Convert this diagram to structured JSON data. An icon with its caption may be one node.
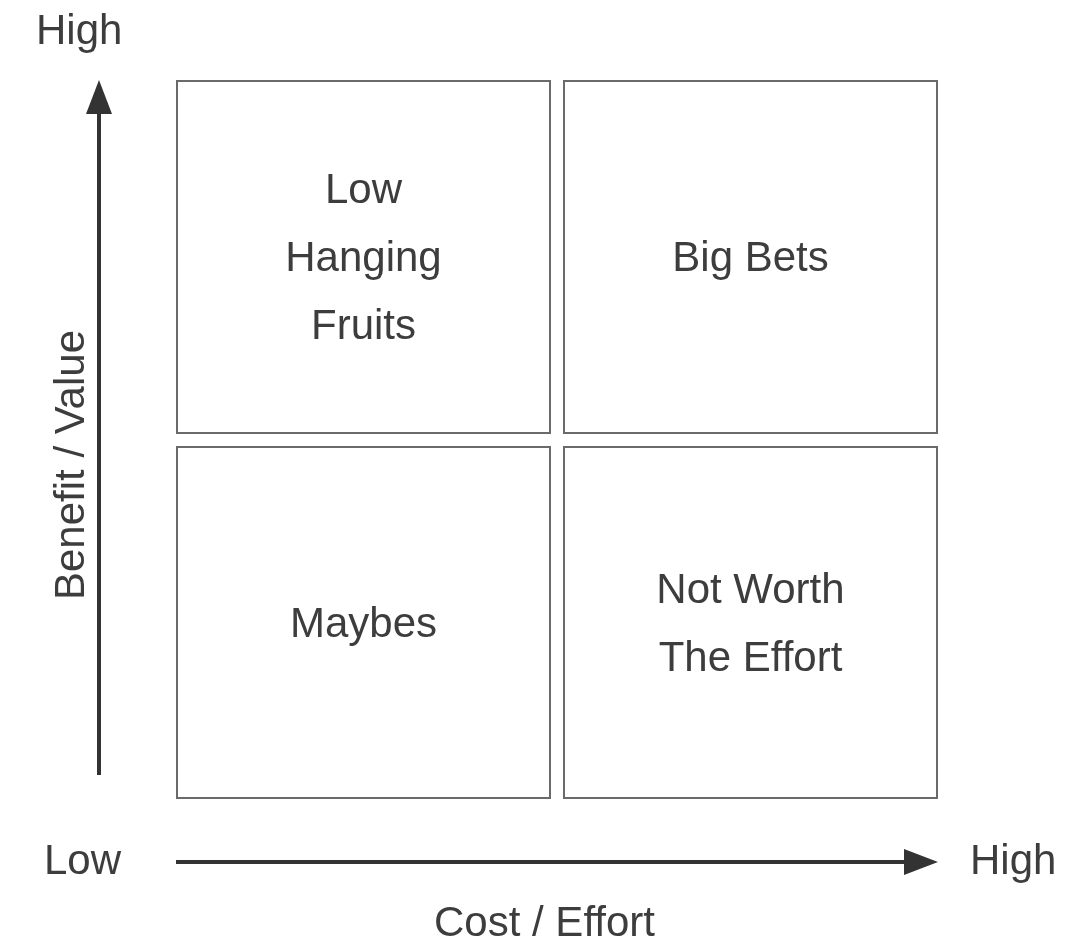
{
  "diagram": {
    "nodes": [
      {
        "text": [
          "Low Hanging Fruits"
        ]
      },
      {
        "text": [
          "Big Bets"
        ]
      },
      {
        "text": [
          "Maybes"
        ]
      },
      {
        "text": [
          "Not Worth The Effort"
        ]
      }
    ],
    "labels": [
      "High",
      "Benefit / Value",
      "Low",
      "High",
      "Cost / Effort"
    ]
  }
}
